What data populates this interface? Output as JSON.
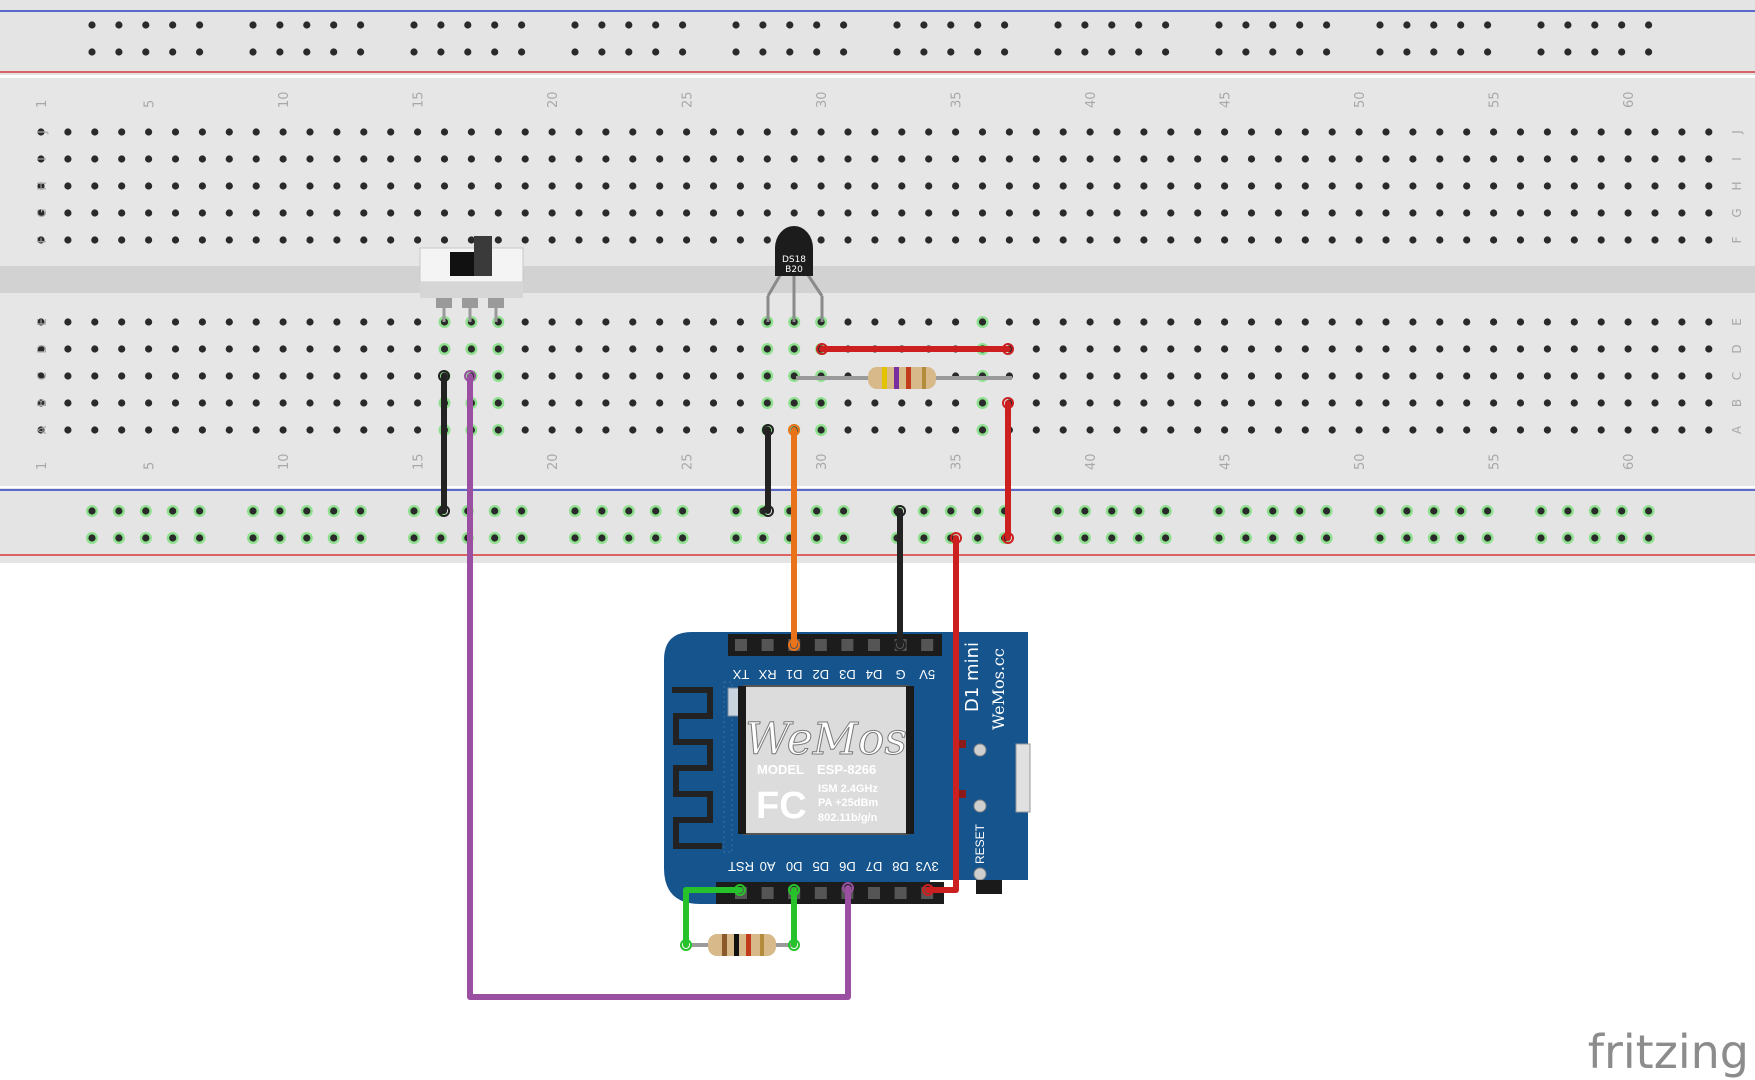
{
  "breadboard": {
    "column_numbers": [
      "1",
      "5",
      "10",
      "15",
      "20",
      "25",
      "30",
      "35",
      "40",
      "45",
      "50",
      "55",
      "60"
    ],
    "row_letters_top": [
      "J",
      "I",
      "H",
      "G",
      "F"
    ],
    "row_letters_bottom": [
      "E",
      "D",
      "C",
      "B",
      "A"
    ]
  },
  "sensor": {
    "line1": "DS18",
    "line2": "B20"
  },
  "board": {
    "top_pins": [
      "TX",
      "RX",
      "D1",
      "D2",
      "D3",
      "D4",
      "G",
      "5V"
    ],
    "bottom_pins": [
      "RST",
      "A0",
      "D0",
      "D5",
      "D6",
      "D7",
      "D8",
      "3V3"
    ],
    "title": "D1 mini",
    "brand": "WeMos.cc",
    "reset_label": "RESET",
    "module": {
      "logo": "WeMos",
      "model_label": "MODEL",
      "model": "ESP-8266",
      "ism": "ISM 2.4GHz",
      "pa": "PA +25dBm",
      "std": "802.11b/g/n",
      "fcc": "FC"
    }
  },
  "colors": {
    "red_wire": "#cc1f1f",
    "black_wire": "#222222",
    "orange_wire": "#e8731a",
    "purple_wire": "#9b4fa0",
    "green_wire": "#27c22b",
    "board_blue": "#15548c",
    "rail_blue": "#2c3fc4",
    "rail_red": "#d33a3a"
  },
  "watermark": "fritzing"
}
